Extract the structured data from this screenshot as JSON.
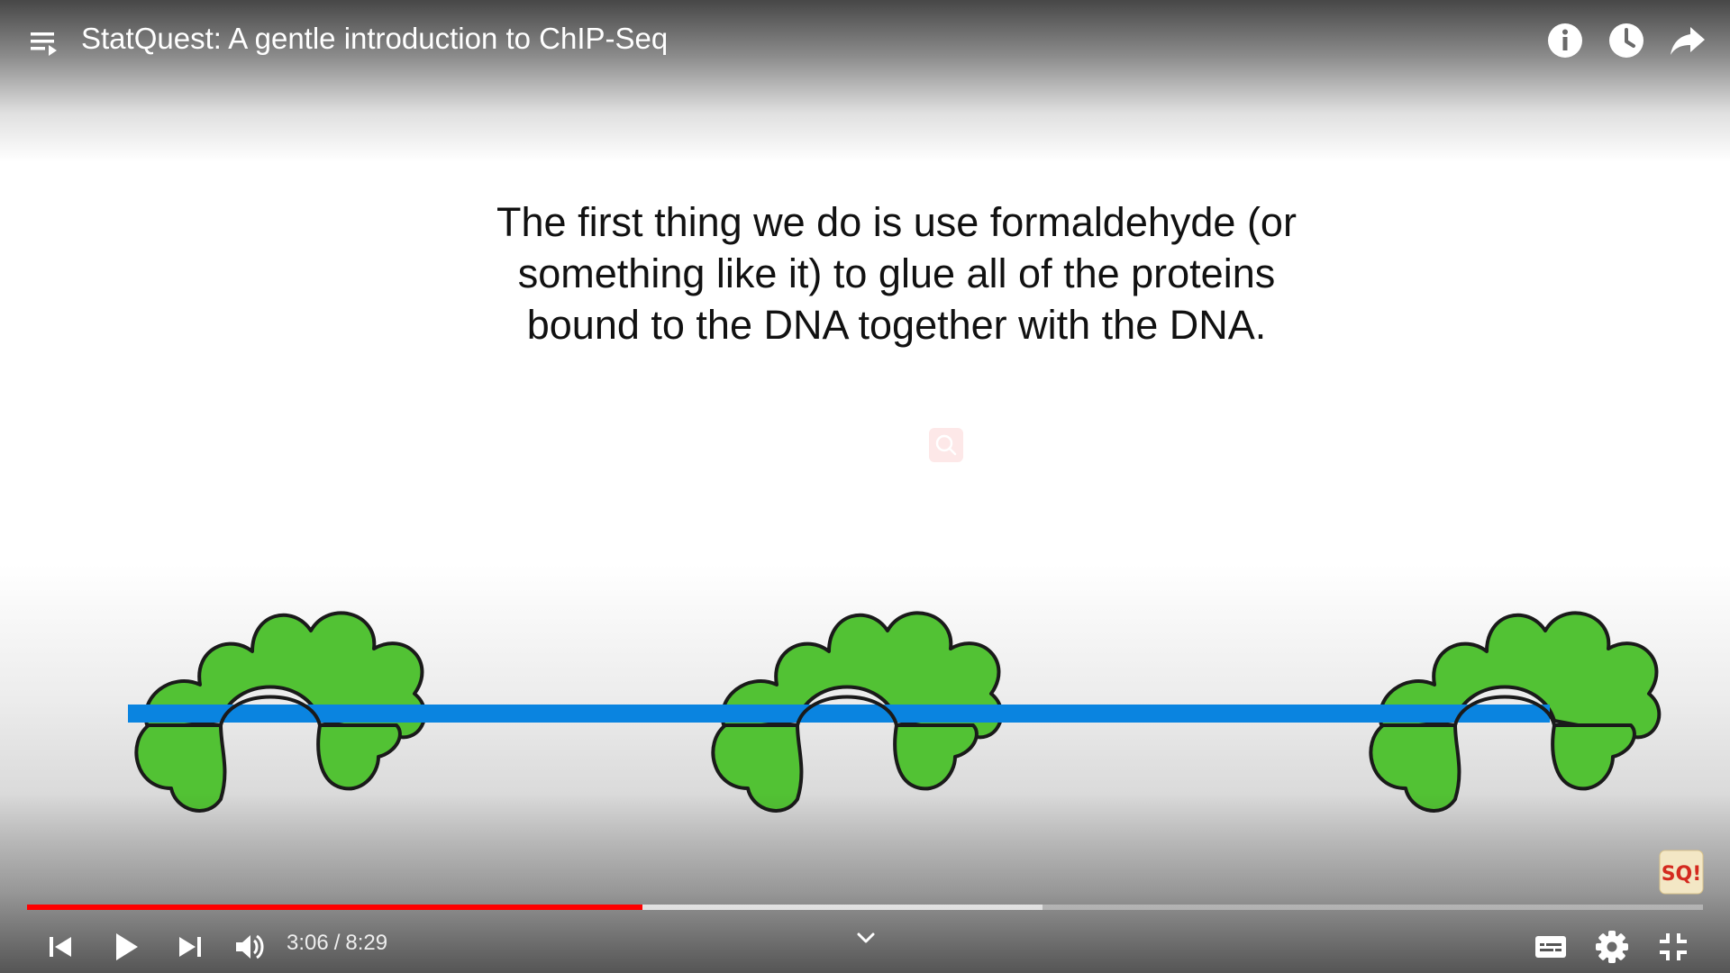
{
  "video": {
    "title": "StatQuest: A gentle introduction to ChIP-Seq",
    "slide_text": "The first thing we do is use formaldehyde (or something like it) to glue all of the proteins bound to the DNA together with the DNA."
  },
  "top_icons": [
    "info-icon",
    "watch-later-clock-icon",
    "share-arrow-icon"
  ],
  "playback": {
    "current_time": "3:06",
    "separator": "/",
    "duration": "8:29",
    "played_fraction": 0.367,
    "buffered_fraction": 0.606
  },
  "controls": {
    "left": [
      "skip-previous-icon",
      "play-icon",
      "skip-next-icon",
      "volume-icon"
    ],
    "right": [
      "subtitles-icon",
      "settings-gear-icon",
      "exit-fullscreen-icon"
    ]
  },
  "colors": {
    "progress_played": "#ff0000",
    "dna_strand": "#0a84e0",
    "protein_fill": "#52c234",
    "protein_outline": "#1a1a1a"
  },
  "channel_logo": {
    "text": "SQ!"
  }
}
